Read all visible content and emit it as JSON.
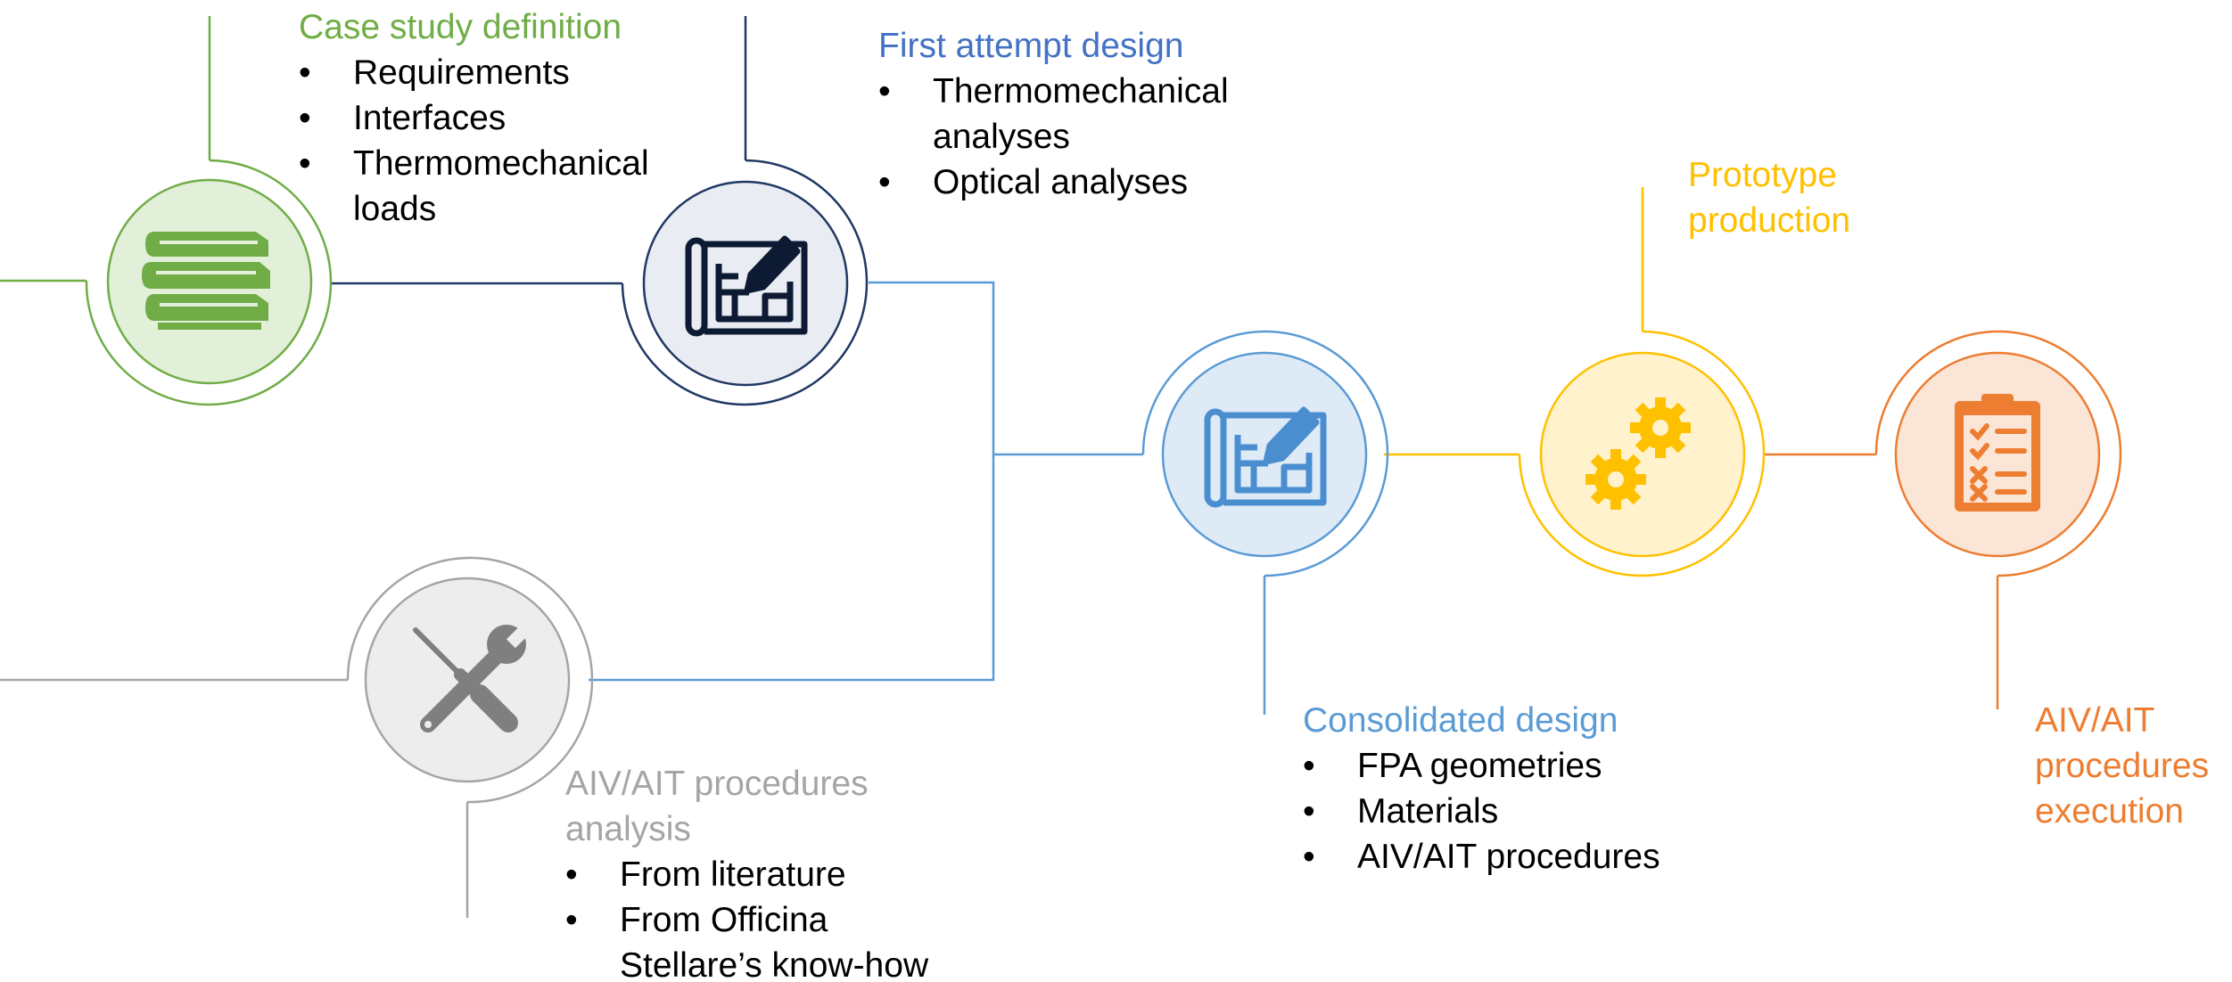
{
  "colors": {
    "green": "#70ad47",
    "green_fill": "#e2efd9",
    "navy": "#203864",
    "navy_fill": "#e9ecf2",
    "title_blue": "#4472c4",
    "blue": "#5b9bd5",
    "blue_fill": "#deebf7",
    "gray": "#a5a5a5",
    "gray_fill": "#ededed",
    "icon_gray": "#7f7f7f",
    "yellow": "#ffc000",
    "yellow_fill": "#fff2cc",
    "orange": "#ed7d31",
    "orange_fill": "#fbe5d6"
  },
  "steps": {
    "case_study": {
      "icon": "books-icon",
      "title": "Case study definition",
      "bullets": [
        "Requirements",
        "Interfaces",
        "Thermomechanical loads"
      ]
    },
    "first_attempt": {
      "icon": "blueprint-icon",
      "title": "First attempt design",
      "bullets": [
        "Thermomechanical analyses",
        "Optical analyses"
      ]
    },
    "aiv_analysis": {
      "icon": "tools-icon",
      "title": "AIV/AIT procedures analysis",
      "bullets": [
        "From literature",
        "From Officina Stellare’s know-how"
      ]
    },
    "consolidated": {
      "icon": "blueprint-icon",
      "title": "Consolidated design",
      "bullets": [
        "FPA geometries",
        "Materials",
        "AIV/AIT procedures"
      ]
    },
    "prototype": {
      "icon": "gears-icon",
      "title": "Prototype production"
    },
    "execution": {
      "icon": "checklist-icon",
      "title": "AIV/AIT procedures execution"
    }
  }
}
